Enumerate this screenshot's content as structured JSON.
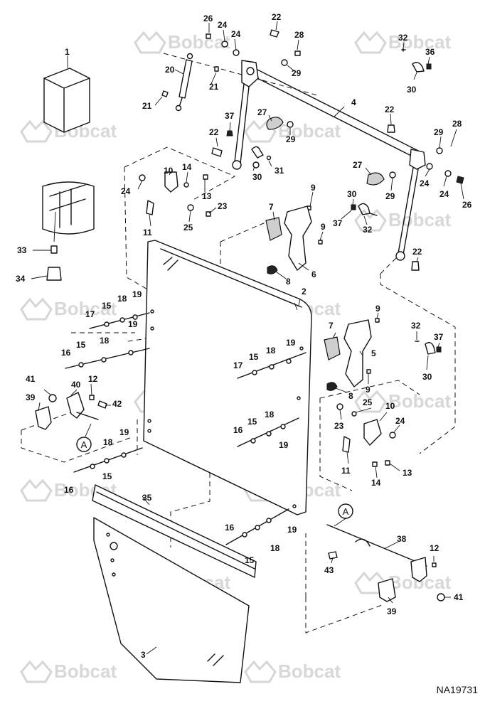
{
  "watermark": {
    "brand": "Bobcat",
    "icon": "bobcat-head-icon"
  },
  "drawing_code": "NA19731",
  "reference_letter": "A",
  "callouts": [
    "1",
    "2",
    "3",
    "4",
    "5",
    "6",
    "7",
    "8",
    "9",
    "10",
    "11",
    "12",
    "13",
    "14",
    "15",
    "16",
    "17",
    "18",
    "19",
    "20",
    "21",
    "22",
    "23",
    "24",
    "25",
    "26",
    "27",
    "28",
    "29",
    "30",
    "31",
    "32",
    "33",
    "34",
    "35",
    "36",
    "37",
    "38",
    "39",
    "40",
    "41",
    "42",
    "43"
  ]
}
